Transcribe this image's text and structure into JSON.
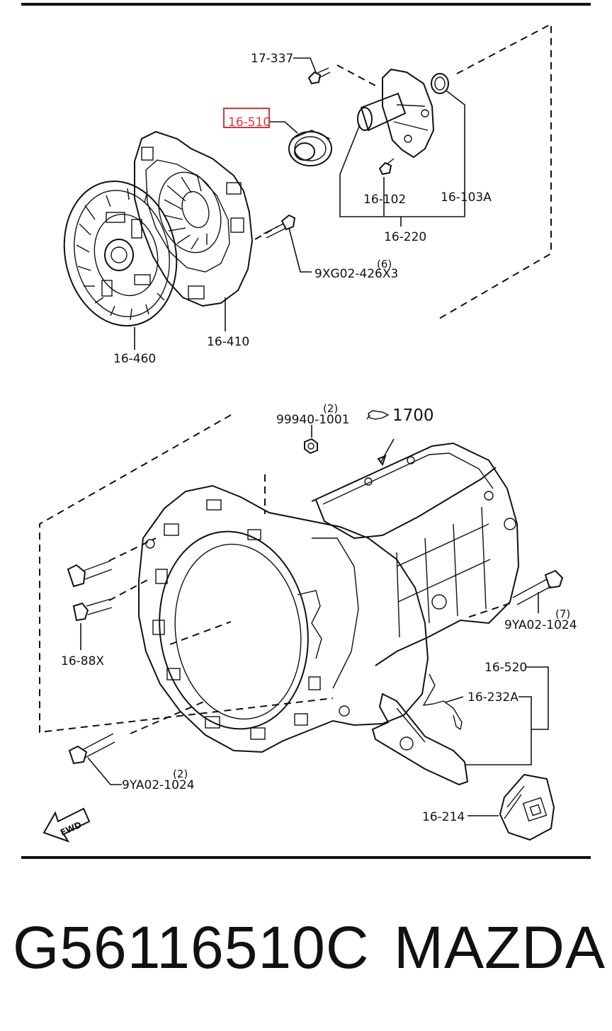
{
  "labels": {
    "p17_337": "17-337",
    "p16_510": "16-510",
    "p16_102": "16-102",
    "p16_103a": "16-103A",
    "p16_220": "16-220",
    "p9xg02": "9XG02-426X3",
    "p9xg02_qty": "(6)",
    "p16_410": "16-410",
    "p16_460": "16-460",
    "p99940": "99940-1001",
    "p99940_qty": "(2)",
    "ref1700": "1700",
    "p9ya02_right": "9YA02-1024",
    "p9ya02_right_qty": "(7)",
    "p16_88x": "16-88X",
    "p16_520": "16-520",
    "p16_232a": "16-232A",
    "p9ya02_left": "9YA02-1024",
    "p9ya02_left_qty": "(2)",
    "p16_214": "16-214",
    "fwd": "FWD"
  },
  "highlight_color": "#d9363e",
  "footer": {
    "part_number": "G56116510C",
    "brand": "MAZDA"
  }
}
